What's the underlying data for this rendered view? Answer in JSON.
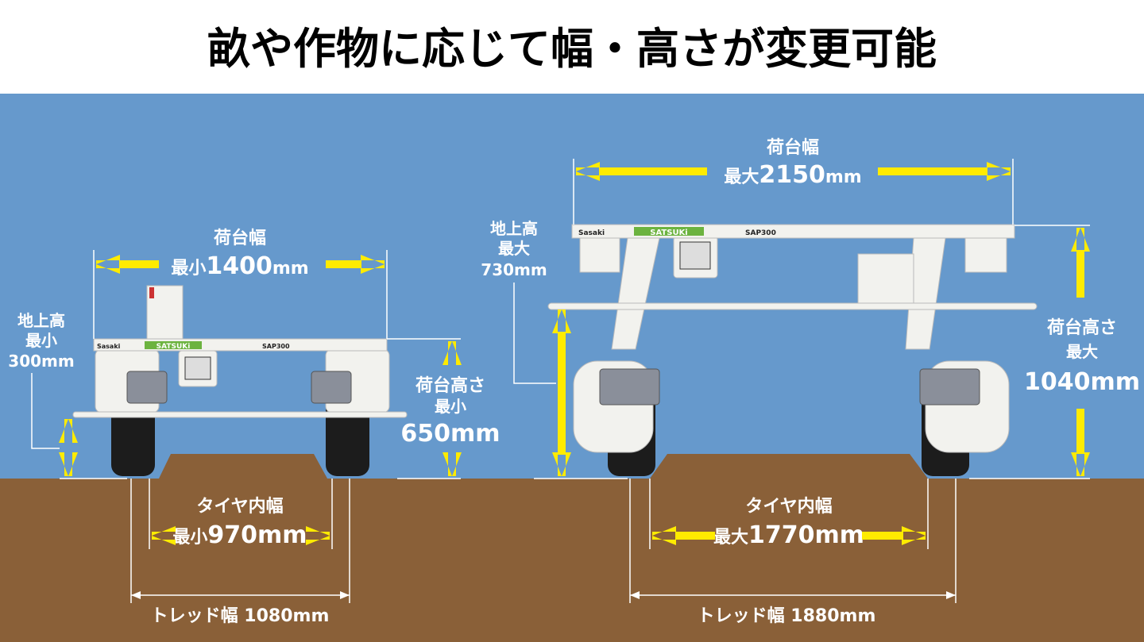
{
  "title": "畝や作物に応じて幅・高さが変更可能",
  "colors": {
    "sky": "#6699cc",
    "ground": "#8a6038",
    "arrow": "#ffeb00",
    "brand_green": "#6cb33f"
  },
  "robot_labels": {
    "maker": "Sasaki",
    "model_name": "SATSUKi",
    "model_code": "SAP300"
  },
  "minimum": {
    "deck_width": {
      "label": "荷台幅",
      "prefix": "最小",
      "value": "1400",
      "unit": "mm"
    },
    "ground_clearance": {
      "label": "地上高",
      "prefix": "最小",
      "value": "300mm"
    },
    "deck_height": {
      "label": "荷台高さ",
      "prefix": "最小",
      "value": "650mm"
    },
    "tire_inner_width": {
      "label": "タイヤ内幅",
      "prefix": "最小",
      "value": "970mm"
    },
    "tread_width": {
      "label": "トレッド幅",
      "value": "1080mm"
    }
  },
  "maximum": {
    "deck_width": {
      "label": "荷台幅",
      "prefix": "最大",
      "value": "2150",
      "unit": "mm"
    },
    "ground_clearance": {
      "label": "地上高",
      "prefix": "最大",
      "value": "730mm"
    },
    "deck_height": {
      "label": "荷台高さ",
      "prefix": "最大",
      "value": "1040mm"
    },
    "tire_inner_width": {
      "label": "タイヤ内幅",
      "prefix": "最大",
      "value": "1770mm"
    },
    "tread_width": {
      "label": "トレッド幅",
      "value": "1880mm"
    }
  }
}
